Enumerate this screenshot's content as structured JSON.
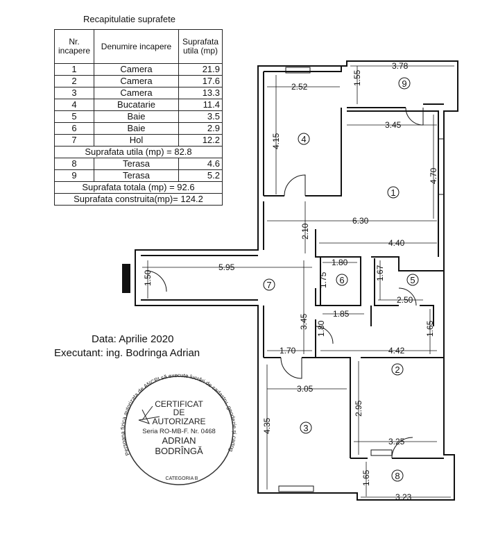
{
  "table": {
    "title": "Recapitulatie suprafete",
    "headers": [
      "Nr. incapere",
      "Denumire incapere",
      "Suprafata utila (mp)"
    ],
    "rows": [
      {
        "nr": "1",
        "name": "Camera",
        "area": "21.9"
      },
      {
        "nr": "2",
        "name": "Camera",
        "area": "17.6"
      },
      {
        "nr": "3",
        "name": "Camera",
        "area": "13.3"
      },
      {
        "nr": "4",
        "name": "Bucatarie",
        "area": "11.4"
      },
      {
        "nr": "5",
        "name": "Baie",
        "area": "3.5"
      },
      {
        "nr": "6",
        "name": "Baie",
        "area": "2.9"
      },
      {
        "nr": "7",
        "name": "Hol",
        "area": "12.2"
      }
    ],
    "util_total": "Suprafata utila (mp) = 82.8",
    "terraces": [
      {
        "nr": "8",
        "name": "Terasa",
        "area": "4.6"
      },
      {
        "nr": "9",
        "name": "Terasa",
        "area": "5.2"
      }
    ],
    "total": "Suprafata totala (mp) = 92.6",
    "built": "Suprafata construita(mp)= 124.2"
  },
  "info": {
    "date": "Data: Aprilie 2020",
    "executant": "Executant: ing. Bodringa  Adrian"
  },
  "stamp": {
    "ring_text": "Persoana fizica autorizata de ANCPI să execute lucrări de cadastru, geodezie și cartografie",
    "line1": "CERTIFICAT",
    "line2": "DE",
    "line3": "AUTORIZARE",
    "series": "Seria RO-MB-F. Nr. 0468",
    "name1": "ADRIAN",
    "name2": "BODRÎNGĂ",
    "category": "CATEGORIA B"
  },
  "plan": {
    "rooms": [
      "1",
      "2",
      "3",
      "4",
      "5",
      "6",
      "7",
      "8",
      "9"
    ],
    "dims": [
      "3.78",
      "1.55",
      "2.52",
      "3.45",
      "4.15",
      "4.70",
      "6.30",
      "2.10",
      "4.40",
      "1.80",
      "1.67",
      "1.75",
      "5.95",
      "1.50",
      "2.50",
      "3.45",
      "1.85",
      "1.65",
      "1.80",
      "1.70",
      "4.42",
      "3.05",
      "2.95",
      "4.35",
      "3.25",
      "1.65",
      "3.23"
    ]
  }
}
